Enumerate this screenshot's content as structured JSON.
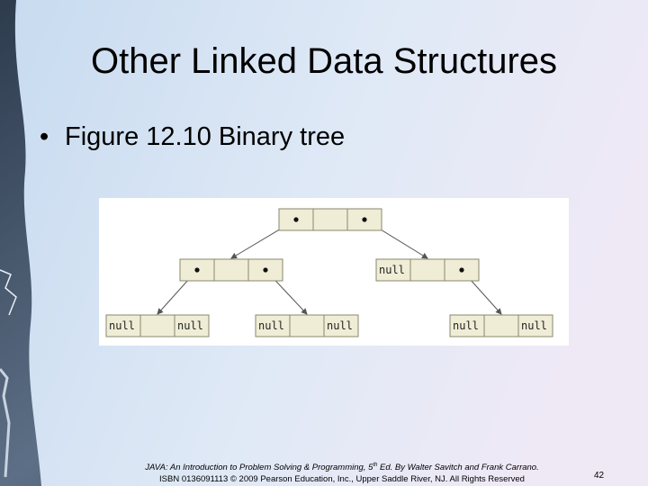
{
  "slide": {
    "title": "Other Linked Data Structures",
    "bullet_marker": "•",
    "bullet_text": "Figure 12.10  Binary tree",
    "footer_line1_a": "JAVA: An Introduction to Problem Solving & Programming, 5",
    "footer_line1_sup": "th",
    "footer_line1_b": " Ed. By Walter Savitch and Frank Carrano.",
    "footer_line2": "ISBN 0136091113 © 2009 Pearson Education, Inc., Upper Saddle River, NJ. All Rights Reserved",
    "page_number": "42"
  },
  "figure": {
    "null_label": "null",
    "colors": {
      "node_fill": "#efedd6",
      "node_stroke": "#8a876c",
      "arrow": "#555555"
    }
  }
}
